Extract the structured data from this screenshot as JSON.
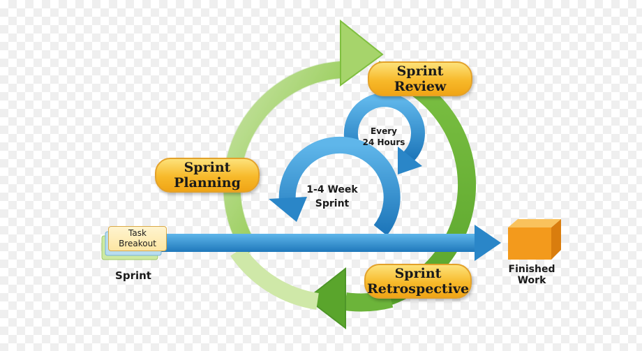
{
  "labels": {
    "sprint_review": [
      "Sprint",
      "Review"
    ],
    "sprint_planning": [
      "Sprint",
      "Planning"
    ],
    "sprint_retrospective": [
      "Sprint",
      "Retrospective"
    ],
    "every_24_hours": [
      "Every",
      "24 Hours"
    ],
    "week_sprint": [
      "1-4 Week",
      "Sprint"
    ],
    "task_breakout": [
      "Task",
      "Breakout"
    ],
    "sprint": "Sprint",
    "finished_work": [
      "Finished",
      "Work"
    ]
  },
  "colors": {
    "cycle_green": "#7fbf3f",
    "cycle_light_green": "#cfe8a8",
    "blue_arrow": "#2f8fce",
    "pill_orange": "#f7b92a",
    "box_orange": "#f39a1c"
  }
}
